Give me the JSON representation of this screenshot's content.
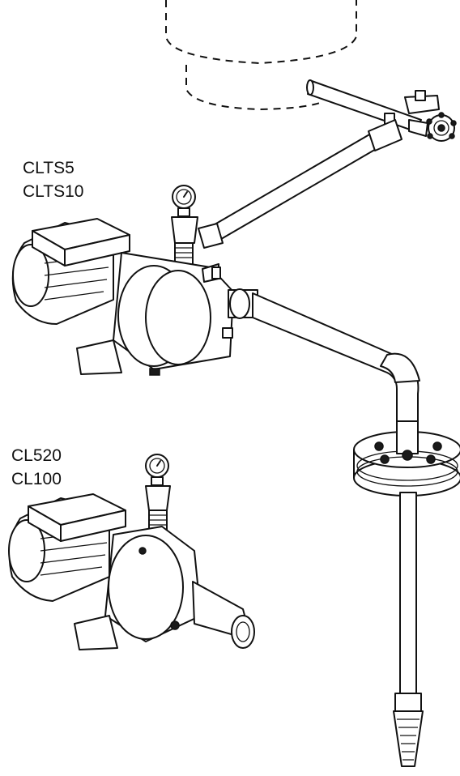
{
  "labels": {
    "top_pump_models": [
      "CLTS5",
      "CLTS10"
    ],
    "bottom_pump_models": [
      "CL520",
      "CL100"
    ]
  }
}
